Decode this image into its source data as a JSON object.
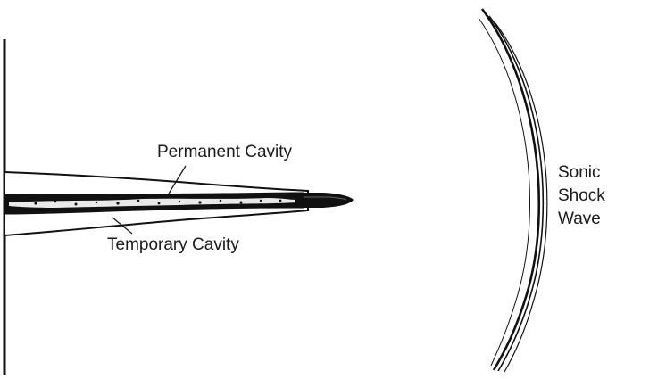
{
  "diagram": {
    "labels": {
      "permanent_cavity": "Permanent Cavity",
      "temporary_cavity": "Temporary Cavity",
      "shock_wave_line1": "Sonic",
      "shock_wave_line2": "Shock",
      "shock_wave_line3": "Wave"
    },
    "colors": {
      "ink": "#111111",
      "background": "#ffffff",
      "cavity_fill": "#f4f4f4"
    }
  }
}
